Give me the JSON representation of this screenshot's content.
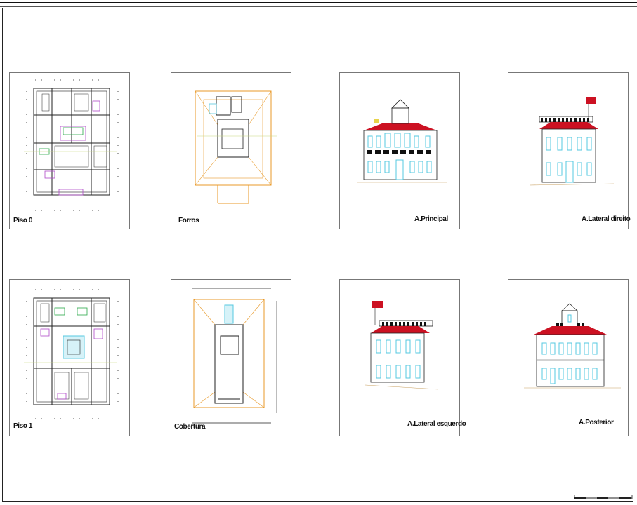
{
  "sheets": {
    "piso0": {
      "label": "Piso 0"
    },
    "forros": {
      "label": "Forros"
    },
    "principal": {
      "label": "A.Principal"
    },
    "lateral_direito": {
      "label": "A.Lateral direito"
    },
    "piso1": {
      "label": "Piso 1"
    },
    "cobertura": {
      "label": "Cobertura"
    },
    "lateral_esquerdo": {
      "label": "A.Lateral esquerdo"
    },
    "posterior": {
      "label": "A.Posterior"
    }
  },
  "colors": {
    "roof": "#cc1122",
    "window": "#55c8e0",
    "line": "#222222",
    "wall_accent": "#b04ac8",
    "orange": "#e89a2a",
    "green": "#2aa84a"
  }
}
